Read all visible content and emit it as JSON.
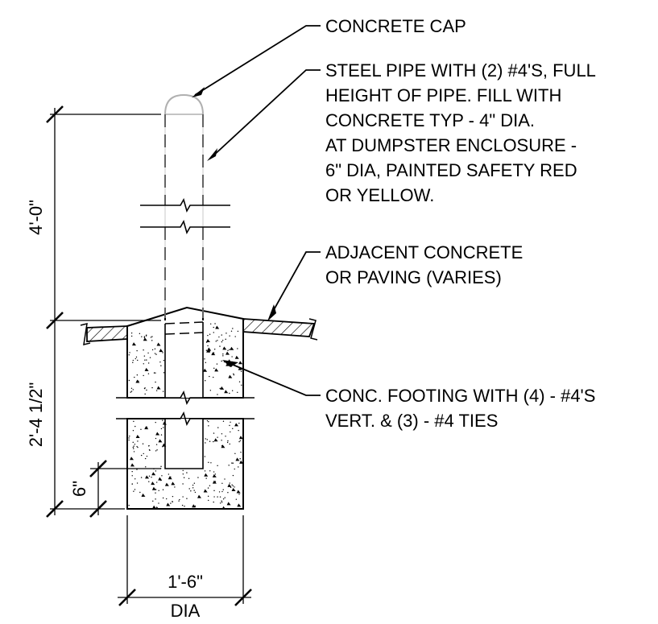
{
  "drawing": {
    "colors": {
      "line": "#000000",
      "pipe_outline": "#b0b0b0",
      "background": "#ffffff"
    },
    "notes": {
      "cap": [
        "CONCRETE CAP"
      ],
      "pipe": [
        "STEEL PIPE WITH (2) #4'S, FULL",
        "HEIGHT OF PIPE. FILL WITH",
        "CONCRETE TYP - 4\" DIA.",
        "AT DUMPSTER ENCLOSURE -",
        "6\" DIA, PAINTED SAFETY RED",
        "OR YELLOW."
      ],
      "paving": [
        "ADJACENT CONCRETE",
        "OR PAVING (VARIES)"
      ],
      "footing": [
        "CONC. FOOTING WITH (4) - #4'S",
        "VERT. & (3) - #4 TIES"
      ]
    },
    "dimensions": {
      "bollard_height": "4'-0\"",
      "footing_depth": "2'-4 1/2\"",
      "bottom_cover": "6\"",
      "footing_width": "1'-6\"",
      "footing_width_note": "DIA"
    }
  }
}
